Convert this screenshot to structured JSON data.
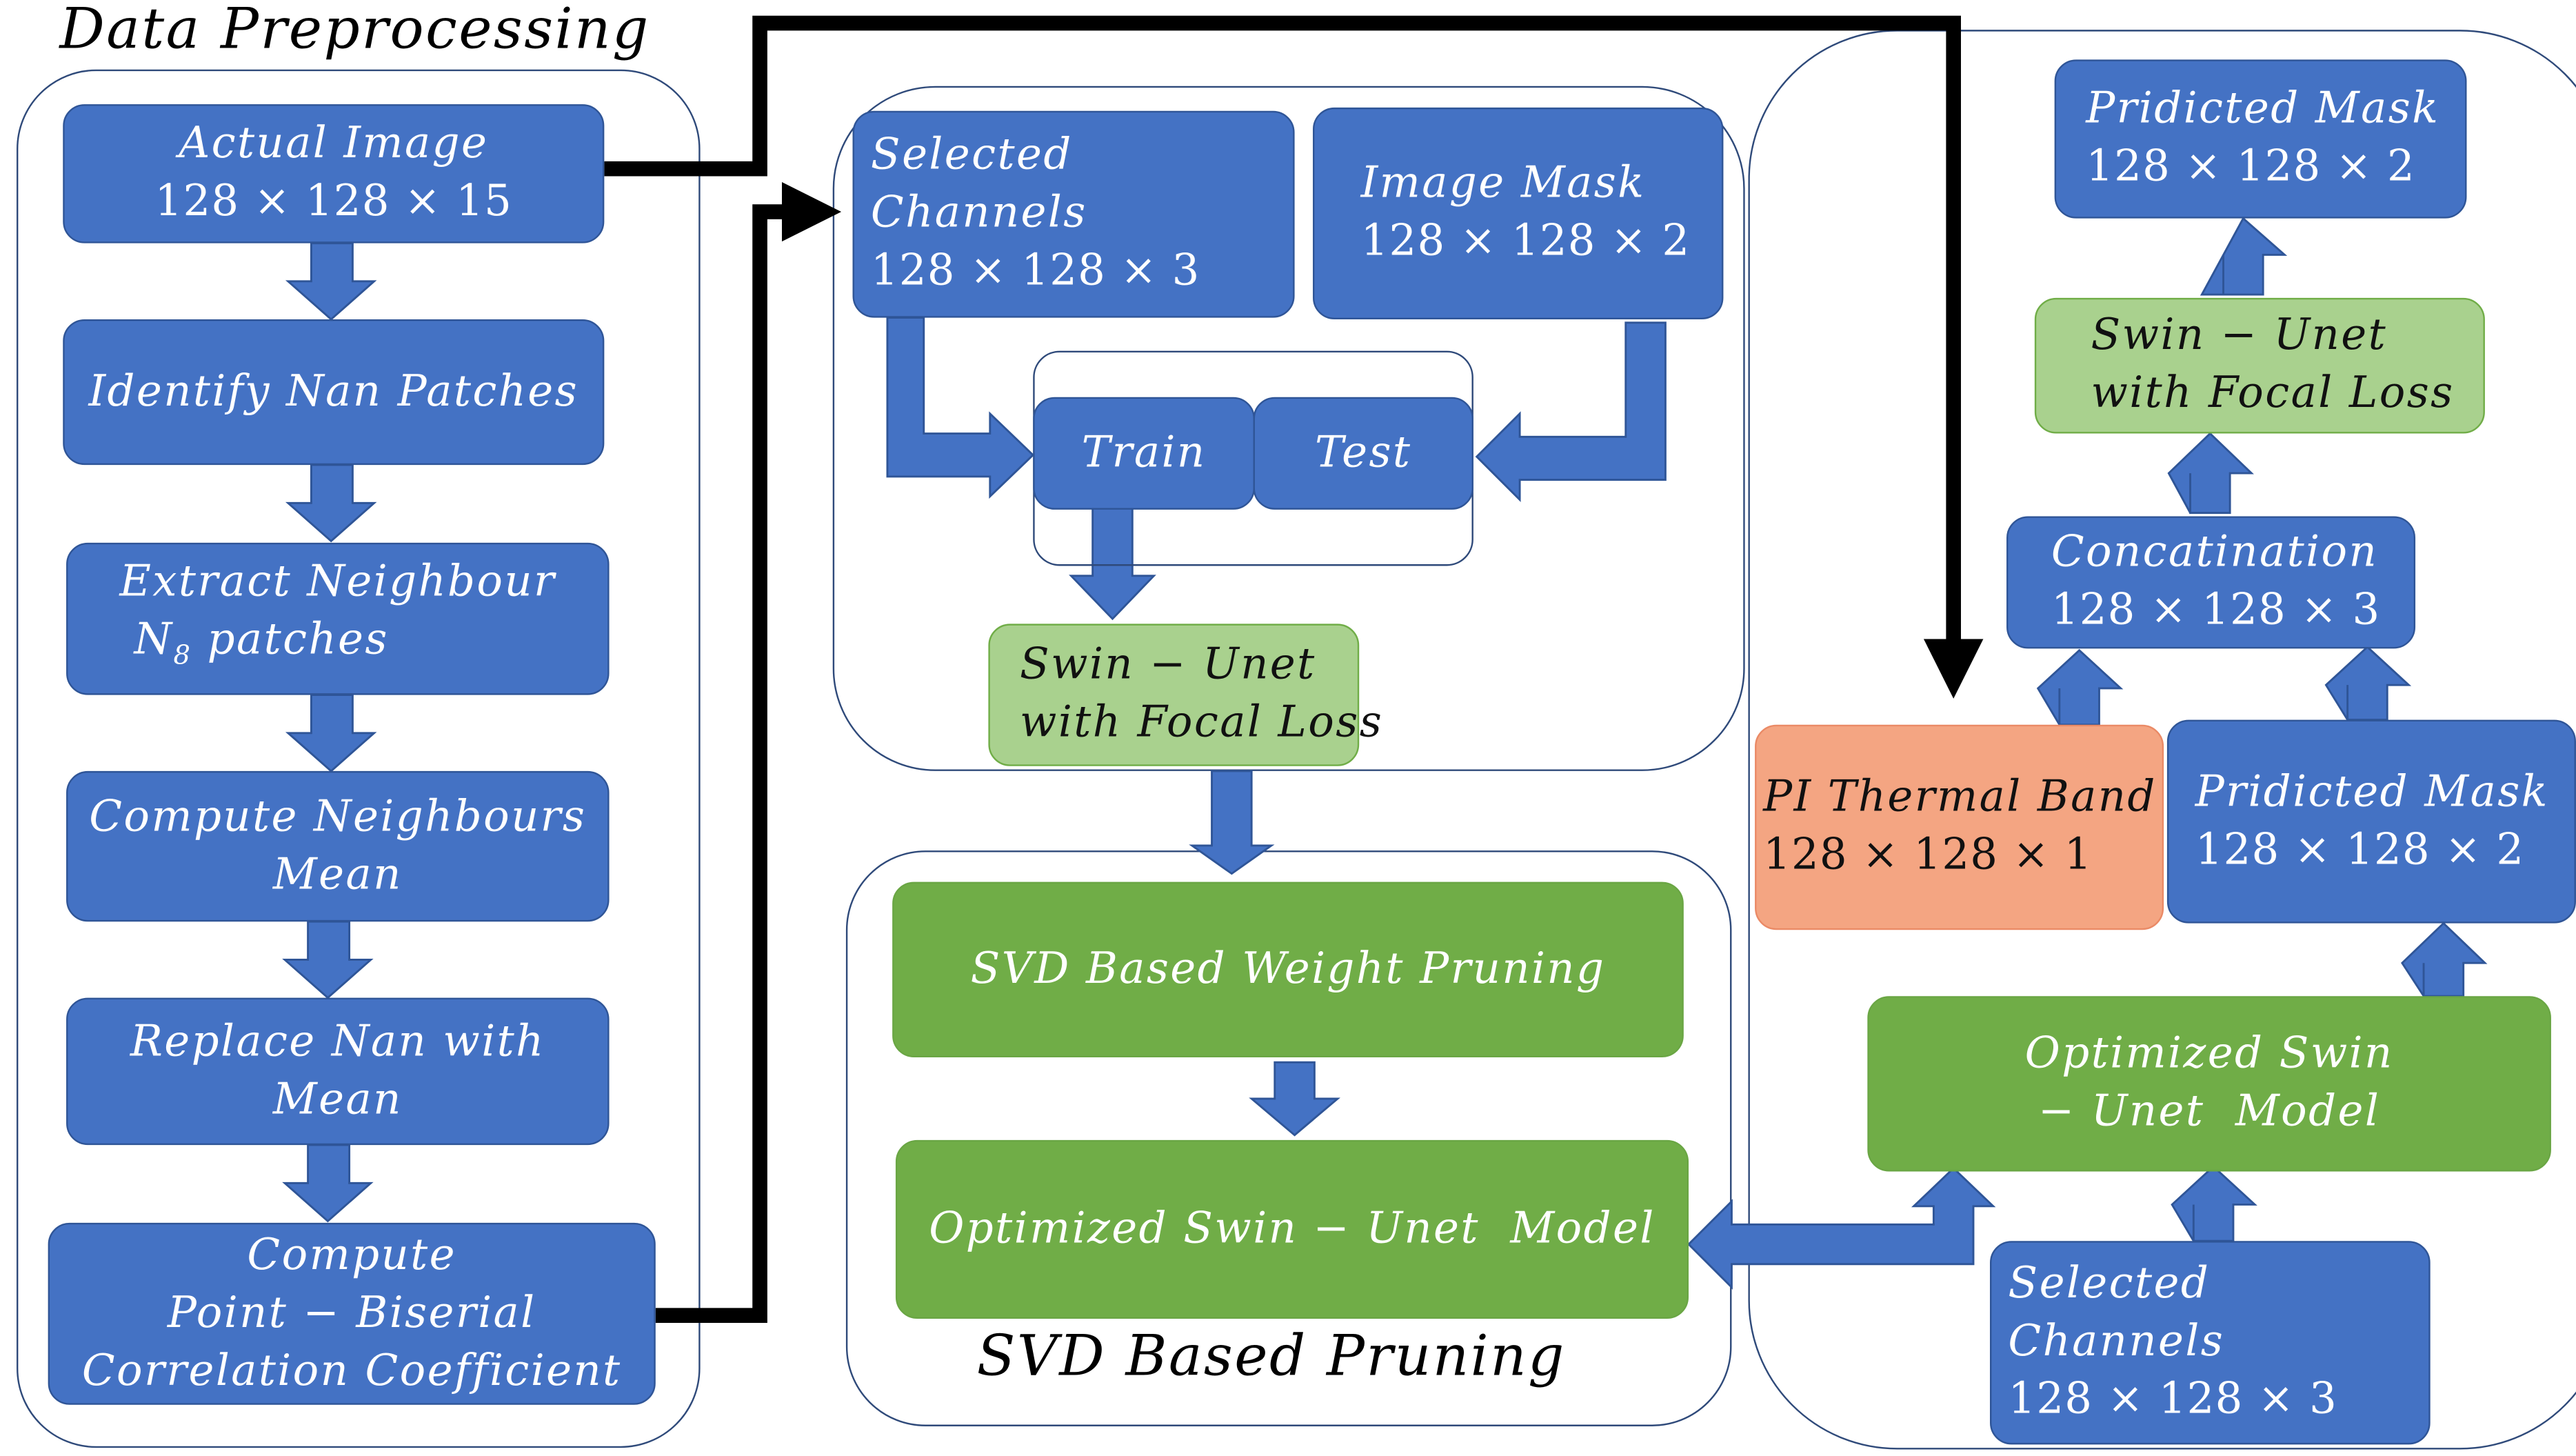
{
  "sections": {
    "preprocessing_title": "Data Preprocessing",
    "pruning_title": "SVD Based Pruning"
  },
  "preprocessing": {
    "actual_image": {
      "label": "Actual Image",
      "dims": "128 × 128 × 15"
    },
    "identify_nan": "Identify Nan Patches",
    "extract_neighbour": {
      "line1": "Extract Neighbour",
      "line2_prefix": "N",
      "line2_sub": "8",
      "line2_suffix": " patches"
    },
    "compute_mean": {
      "line1": "Compute Neighbours",
      "line2": "Mean"
    },
    "replace_nan": "Replace Nan with Mean",
    "point_biserial": {
      "line1": "Compute",
      "line2": "Point − Biserial",
      "line3": "Correlation Coefficient"
    }
  },
  "training": {
    "selected_channels": {
      "label": "Selected Channels",
      "dims": "128 × 128 × 3"
    },
    "image_mask": {
      "label": "Image Mask",
      "dims": "128 × 128 × 2"
    },
    "train": "Train",
    "test": "Test",
    "swin_unet": {
      "line1": "Swin − Unet",
      "line2": "with Focal Loss"
    }
  },
  "pruning": {
    "svd_weight_pruning": "SVD Based Weight Pruning",
    "optimized_model": "Optimized Swin − Unet  Model"
  },
  "inference": {
    "predicted_mask_top": {
      "label": "Pridicted Mask",
      "dims": "128 × 128 × 2"
    },
    "swin_unet": {
      "line1": "Swin − Unet",
      "line2": "with Focal Loss"
    },
    "concatenation": {
      "label": "Concatination",
      "dims": "128 × 128 × 3"
    },
    "pi_thermal_band": {
      "label": "PI Thermal Band",
      "dims": "128 × 128 × 1"
    },
    "predicted_mask_mid": {
      "label": "Pridicted Mask",
      "dims": "128 × 128 × 2"
    },
    "optimized_model": {
      "line1": "Optimized Swin",
      "line2": "− Unet  Model"
    },
    "selected_channels": {
      "label": "Selected Channels",
      "dims": "128 × 128 × 3"
    }
  },
  "colors": {
    "blue_fill": "#4472c4",
    "light_green_fill": "#a9d18e",
    "dark_green_fill": "#70ad47",
    "orange_fill": "#f4a582",
    "outline": "#2f4a7a",
    "connector": "#000000"
  }
}
